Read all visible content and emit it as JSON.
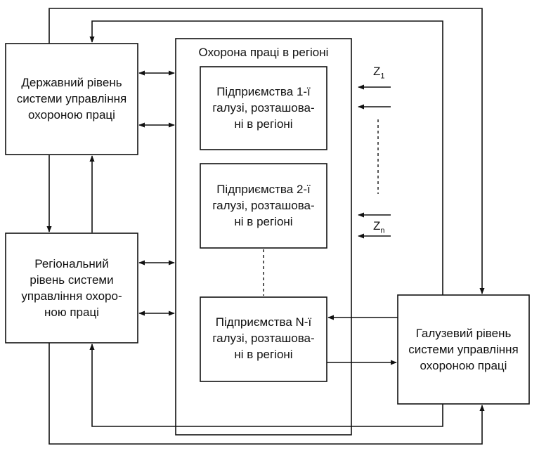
{
  "blocks": {
    "state": "Державний рівень\nсистеми управління\nохороною праці",
    "regional": "Регіональний\nрівень системи\nуправління охоро-\nною праці",
    "branch": "Галузевий рівень\nсистеми управління\nохороною праці",
    "region_title": "Охорона праці в регіоні",
    "ent1": "Підприємства 1-ї\nгалузі, розташова-\nні в регіоні",
    "ent2": "Підприємства 2-ї\nгалузі, розташова-\nні в регіоні",
    "entN": "Підприємства N-ї\nгалузі, розташова-\nні в регіоні"
  },
  "inputs": {
    "z1_base": "Z",
    "z1_sub": "1",
    "zn_base": "Z",
    "zn_sub": "n"
  },
  "colors": {
    "line": "#111111",
    "background": "#ffffff"
  }
}
